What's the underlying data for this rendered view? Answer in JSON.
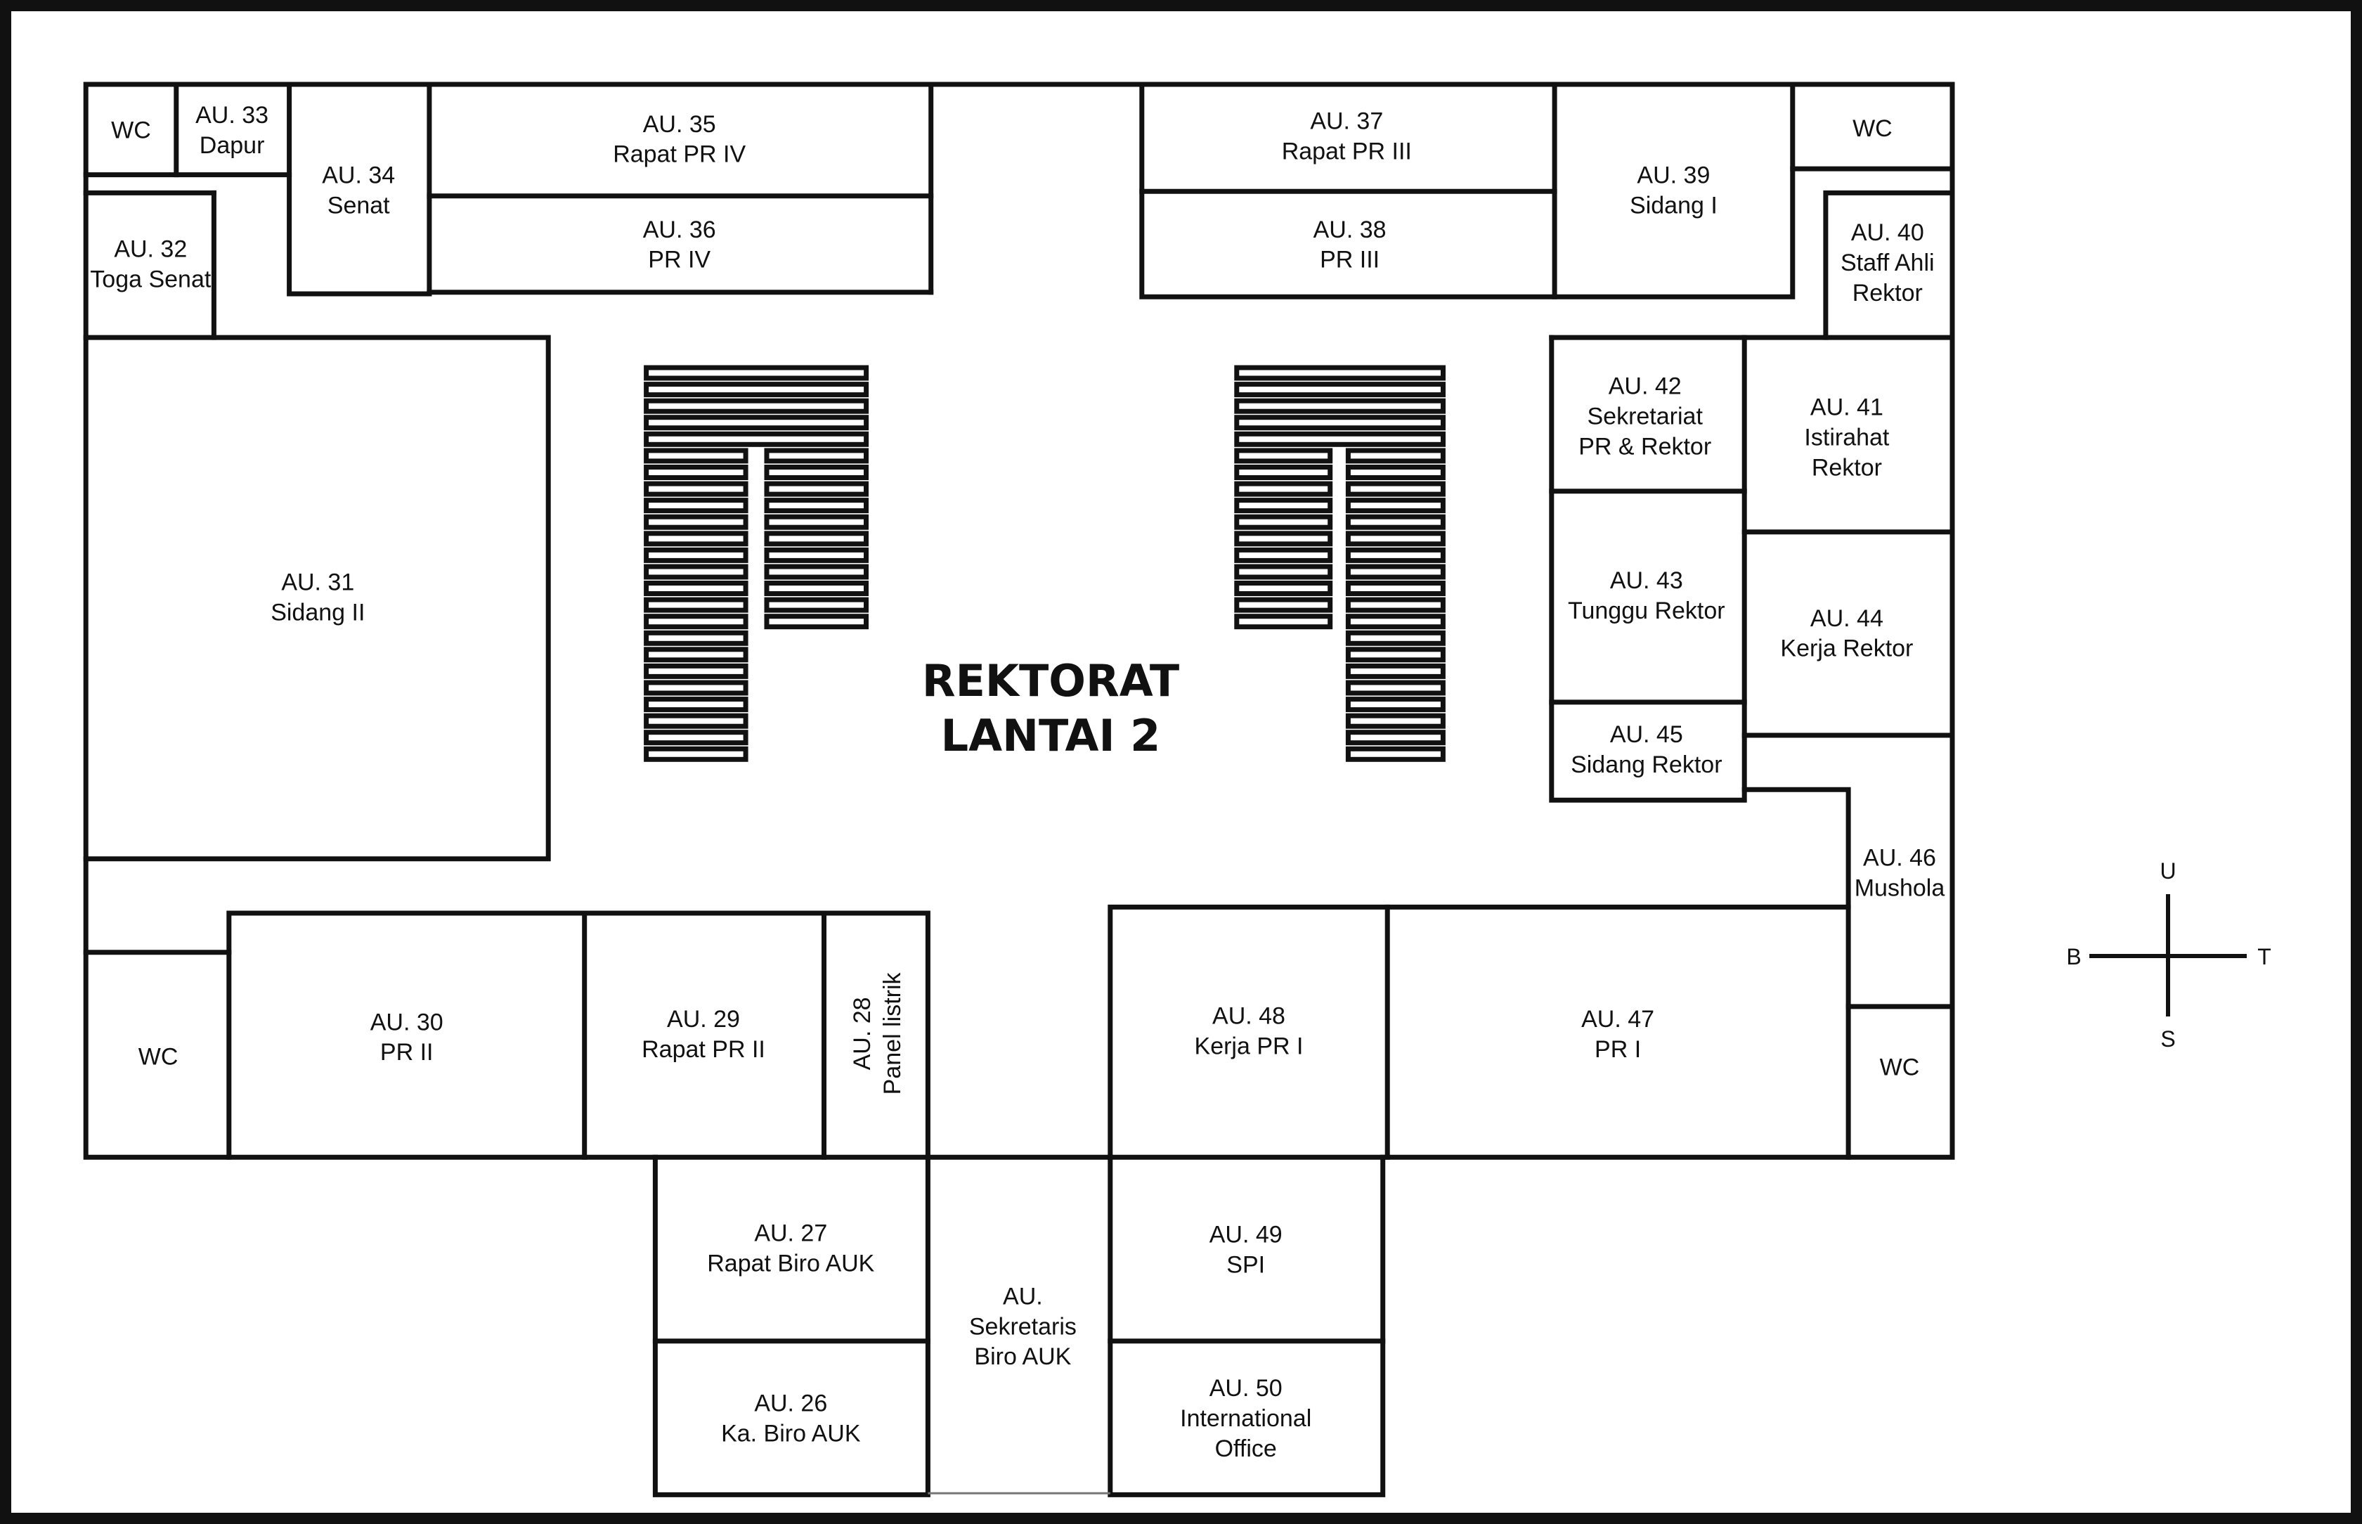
{
  "title": {
    "line1": "REKTORAT",
    "line2": "LANTAI 2"
  },
  "compass": {
    "north": "U",
    "south": "S",
    "west": "B",
    "east": "T"
  },
  "rooms": {
    "wc_nw": [
      "WC"
    ],
    "au33": [
      "AU. 33",
      "Dapur"
    ],
    "au34": [
      "AU. 34",
      "Senat"
    ],
    "au35": [
      "AU. 35",
      "Rapat PR IV"
    ],
    "au36": [
      "AU. 36",
      "PR IV"
    ],
    "au37": [
      "AU. 37",
      "Rapat PR III"
    ],
    "au38": [
      "AU. 38",
      "PR III"
    ],
    "au39": [
      "AU. 39",
      "Sidang I"
    ],
    "wc_ne": [
      "WC"
    ],
    "au40": [
      "AU. 40",
      "Staff Ahli",
      "Rektor"
    ],
    "au32": [
      "AU. 32",
      "Toga Senat"
    ],
    "au31": [
      "AU. 31",
      "Sidang II"
    ],
    "au42": [
      "AU. 42",
      "Sekretariat",
      "PR & Rektor"
    ],
    "au41": [
      "AU. 41",
      "Istirahat",
      "Rektor"
    ],
    "au43": [
      "AU. 43",
      "Tunggu Rektor"
    ],
    "au44": [
      "AU. 44",
      "Kerja Rektor"
    ],
    "au45": [
      "AU. 45",
      "Sidang Rektor"
    ],
    "au46": [
      "AU. 46",
      "Mushola"
    ],
    "wc_sw": [
      "WC"
    ],
    "au30": [
      "AU. 30",
      "PR II"
    ],
    "au29": [
      "AU. 29",
      "Rapat PR II"
    ],
    "au28": [
      "AU. 28",
      "Panel listrik"
    ],
    "au48": [
      "AU. 48",
      "Kerja PR I"
    ],
    "au47": [
      "AU. 47",
      "PR I"
    ],
    "wc_se": [
      "WC"
    ],
    "au27": [
      "AU. 27",
      "Rapat Biro AUK"
    ],
    "au26": [
      "AU. 26",
      "Ka. Biro AUK"
    ],
    "sekbiro": [
      "AU.",
      "Sekretaris",
      "Biro AUK"
    ],
    "au49": [
      "AU. 49",
      "SPI"
    ],
    "au50": [
      "AU. 50",
      "International",
      "Office"
    ]
  }
}
